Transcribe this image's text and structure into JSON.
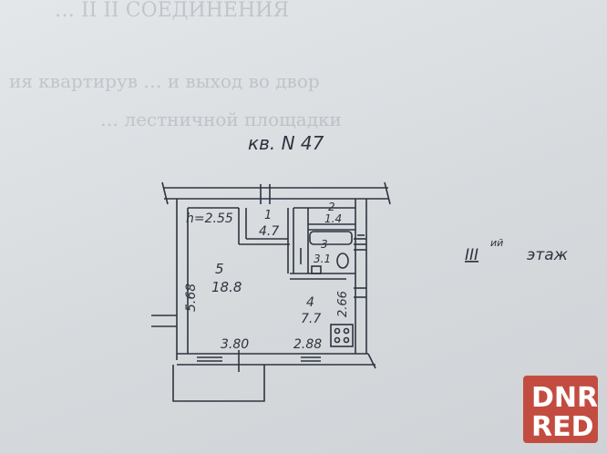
{
  "background_text": {
    "line1": "… II II  СОЕДИНЕНИЯ",
    "line2": "ия  квартирув  …  и  выход  во  двор",
    "line3": "…  лестничной  площадки"
  },
  "plan": {
    "title": "кв. N 47",
    "ceiling_height": "h=2.55",
    "floor_label": "III",
    "floor_suffix": "ий",
    "floor_word": "этаж",
    "rooms": [
      {
        "number": "1",
        "area": "4.7"
      },
      {
        "number": "2",
        "area": "1.4"
      },
      {
        "number": "3",
        "area": "3.1"
      },
      {
        "number": "4",
        "area": "7.7"
      },
      {
        "number": "5",
        "area": "18.8"
      }
    ],
    "dimensions": {
      "room_width": "3.80",
      "room_length": "5.68",
      "kitchen_width": "2.88",
      "kitchen_length": "2.66"
    }
  },
  "watermark": {
    "line1": "DNR",
    "line2": "RED"
  }
}
